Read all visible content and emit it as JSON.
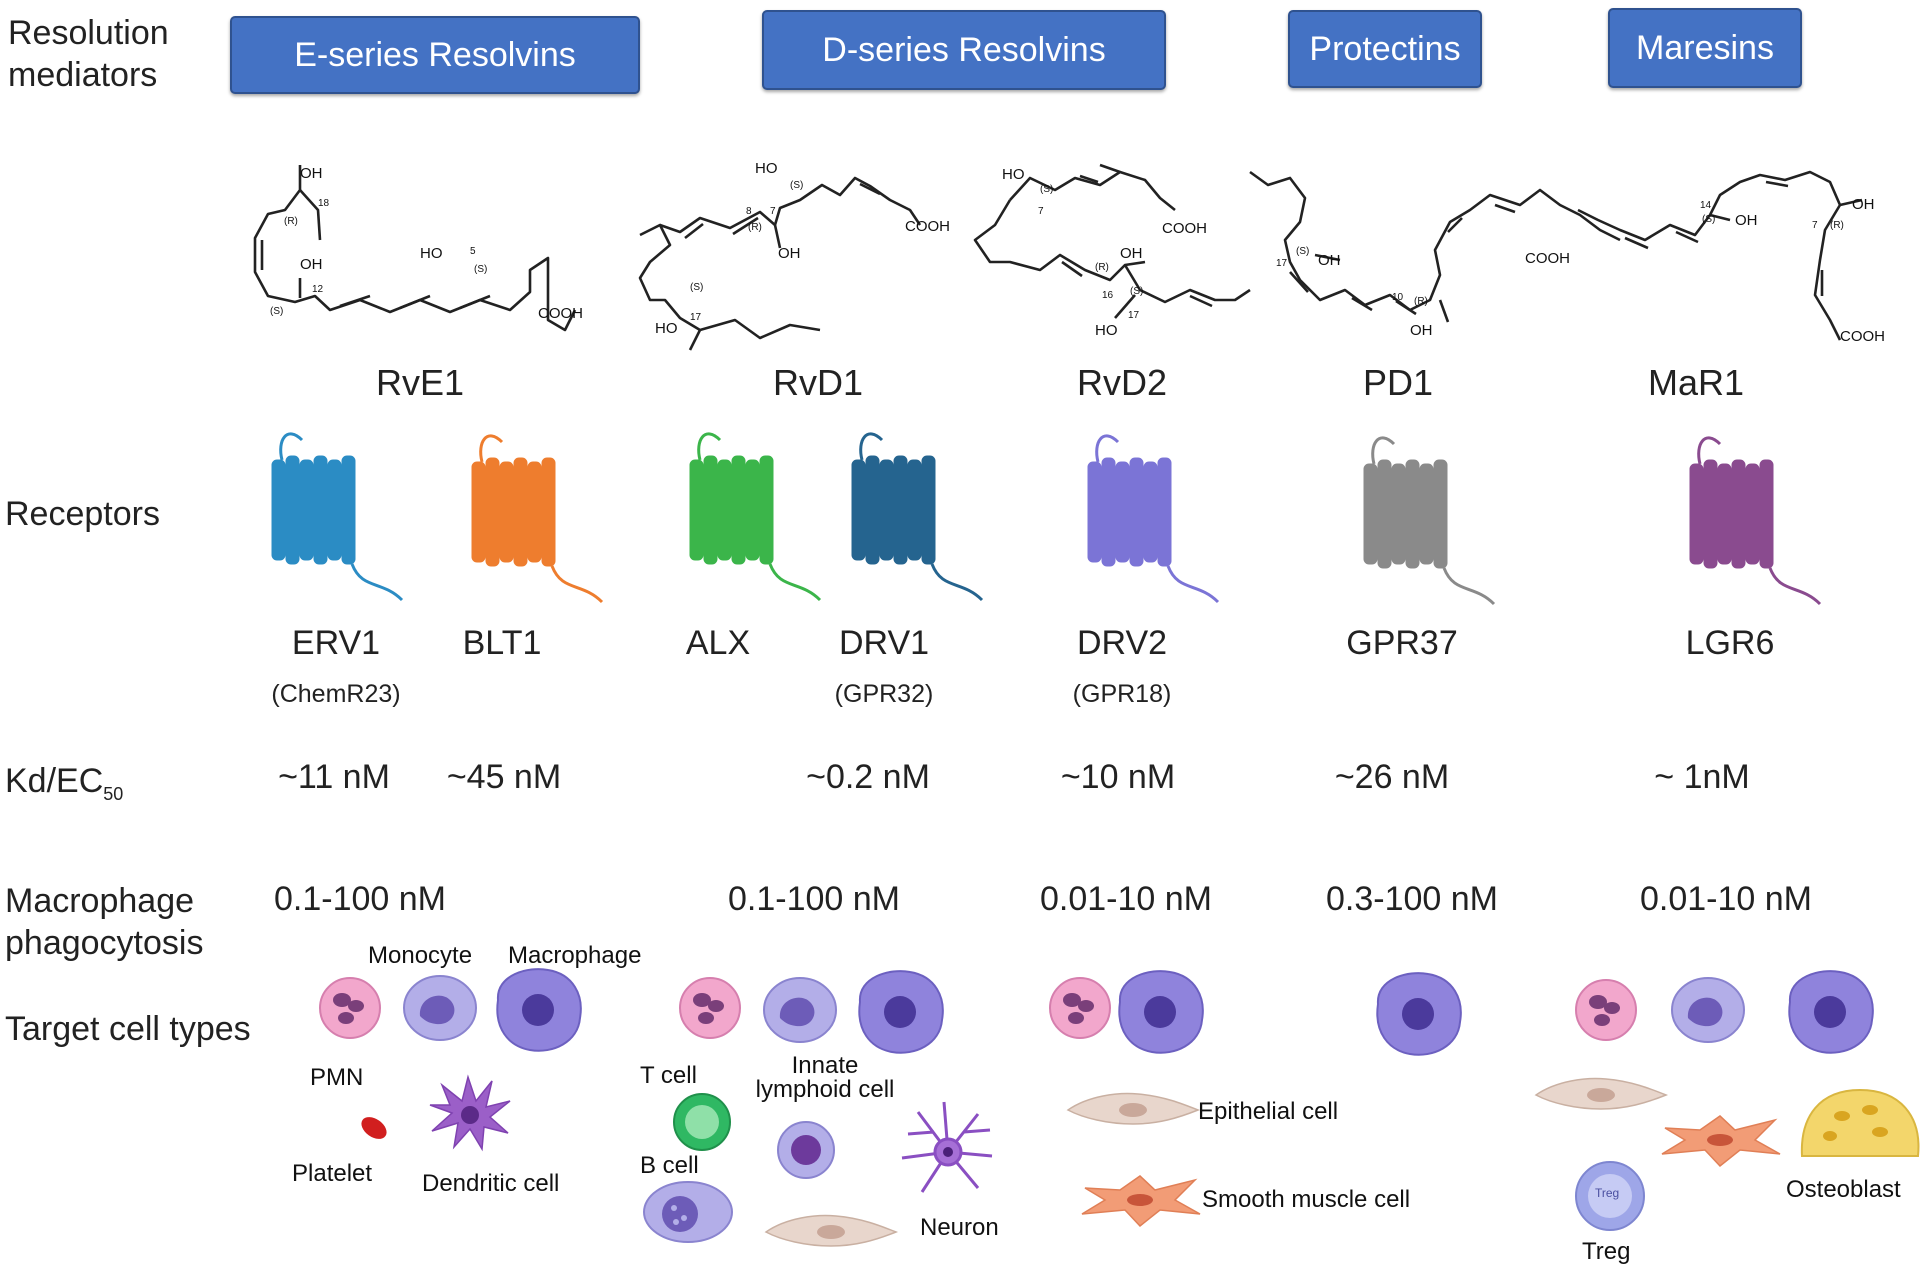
{
  "row_labels": {
    "resolution_mediators": "Resolution mediators",
    "receptors": "Receptors",
    "kd_ec50": "Kd/EC",
    "kd_sub": "50",
    "macrophage": "Macrophage phagocytosis",
    "target": "Target cell types"
  },
  "headers": [
    "E-series Resolvins",
    "D-series Resolvins",
    "Protectins",
    "Maresins"
  ],
  "molecules": [
    "RvE1",
    "RvD1",
    "RvD2",
    "PD1",
    "MaR1"
  ],
  "structure_labels": {
    "oh": "OH",
    "ho": "HO",
    "cooh": "COOH",
    "rve1": [
      "18",
      "(R)",
      "12",
      "(S)",
      "5",
      "(S)"
    ],
    "rvd1": [
      "(S)",
      "8",
      "(R)",
      "7",
      "(S)",
      "17"
    ],
    "rvd2": [
      "(S)",
      "7",
      "(R)",
      "16",
      "(S)",
      "17"
    ],
    "pd1": [
      "17",
      "(S)",
      "10",
      "(R)"
    ],
    "mar1": [
      "14",
      "(S)",
      "7",
      "(R)"
    ]
  },
  "receptors": [
    {
      "name": "ERV1",
      "sub": "(ChemR23)",
      "color": "#2b8cc4"
    },
    {
      "name": "BLT1",
      "sub": "",
      "color": "#ee7d2e"
    },
    {
      "name": "ALX",
      "sub": "",
      "color": "#3bb54a"
    },
    {
      "name": "DRV1",
      "sub": "(GPR32)",
      "color": "#25648f"
    },
    {
      "name": "DRV2",
      "sub": "(GPR18)",
      "color": "#7b74d6"
    },
    {
      "name": "GPR37",
      "sub": "",
      "color": "#8a8a8a"
    },
    {
      "name": "LGR6",
      "sub": "",
      "color": "#8a4b8f"
    }
  ],
  "kd_values": [
    "~11 nM",
    "~45 nM",
    "~0.2 nM",
    "~10 nM",
    "~26 nM",
    "~ 1nM"
  ],
  "phagocytosis": [
    "0.1-100 nM",
    "0.1-100 nM",
    "0.01-10 nM",
    "0.3-100 nM",
    "0.01-10 nM"
  ],
  "cell_labels": {
    "monocyte": "Monocyte",
    "macrophage": "Macrophage",
    "pmn": "PMN",
    "platelet": "Platelet",
    "dendritic": "Dendritic cell",
    "tcell": "T cell",
    "innate": "Innate lymphoid cell",
    "bcell": "B cell",
    "neuron": "Neuron",
    "epithelial": "Epithelial cell",
    "smooth": "Smooth muscle cell",
    "osteoblast": "Osteoblast",
    "treg": "Treg",
    "treg_badge": "Treg"
  }
}
